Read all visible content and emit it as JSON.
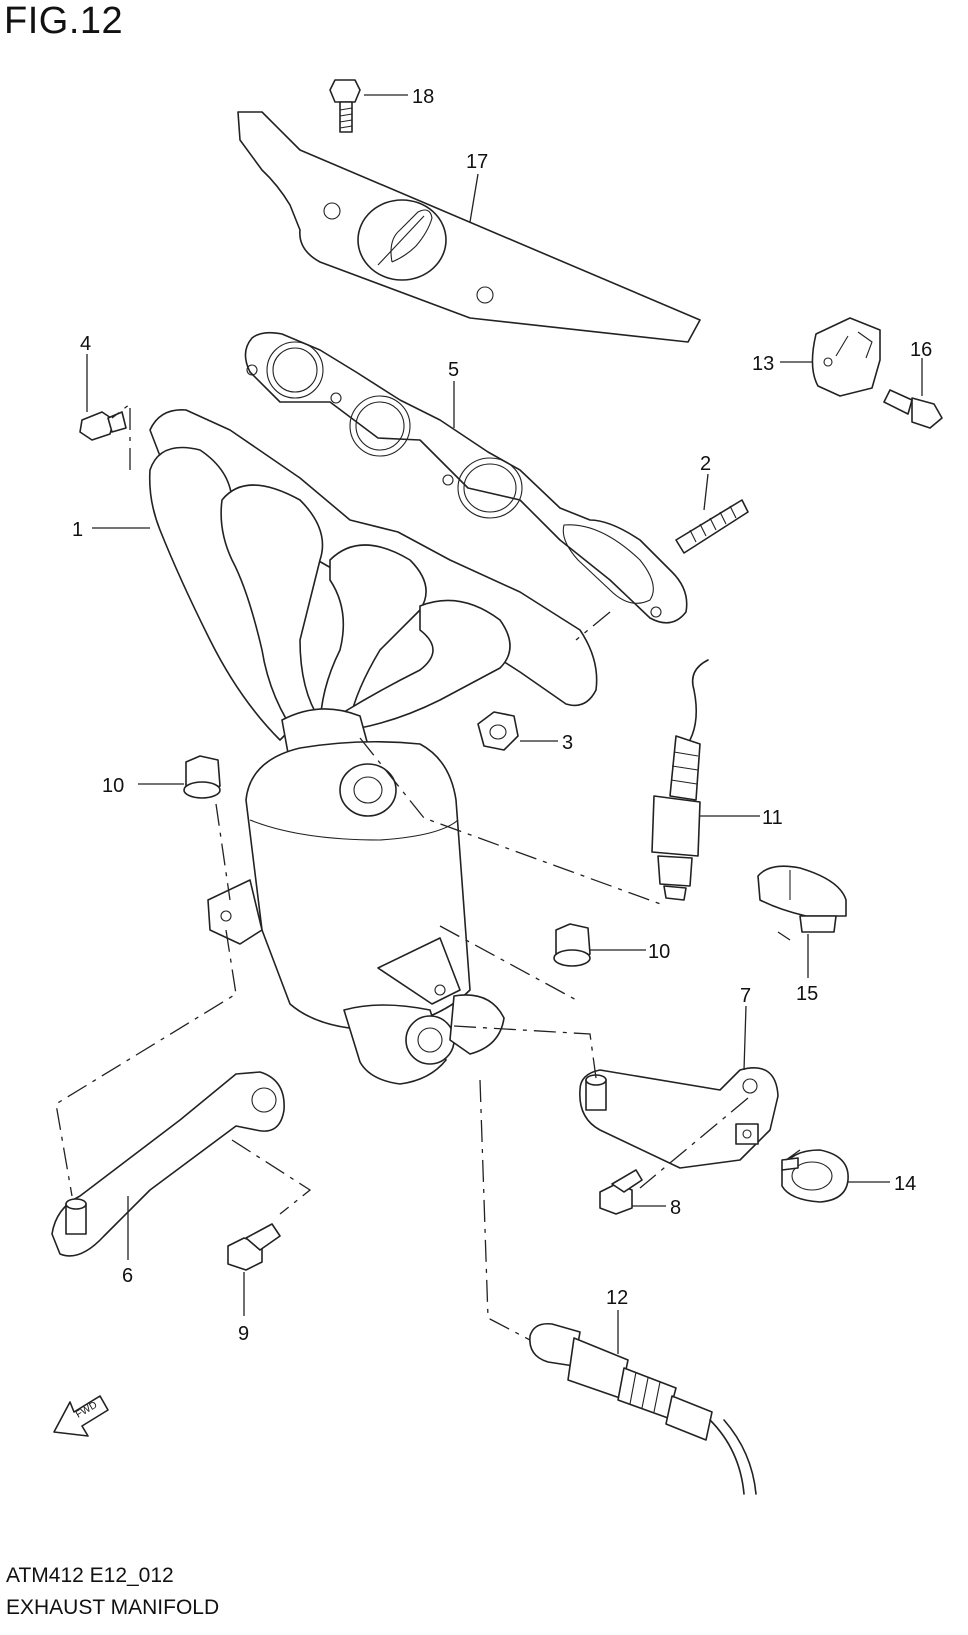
{
  "figure": {
    "title": "FIG.12",
    "code": "ATM412 E12_012",
    "name": "EXHAUST MANIFOLD",
    "fwd_label": "FWD"
  },
  "callouts": {
    "c1": "1",
    "c2": "2",
    "c3": "3",
    "c4": "4",
    "c5": "5",
    "c6": "6",
    "c7": "7",
    "c8": "8",
    "c9": "9",
    "c10a": "10",
    "c10b": "10",
    "c11": "11",
    "c12": "12",
    "c13": "13",
    "c14": "14",
    "c15": "15",
    "c16": "16",
    "c17": "17",
    "c18": "18"
  }
}
